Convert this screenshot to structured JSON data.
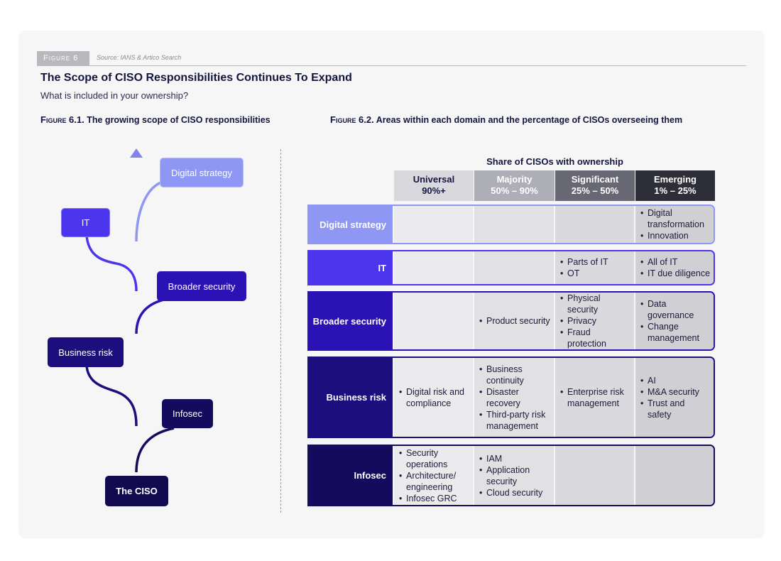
{
  "header": {
    "figure_tag": "Figure 6",
    "source": "Source: IANS & Artico Search",
    "title": "The Scope of CISO Responsibilities Continues To Expand",
    "subtitle": "What is included in your ownership?"
  },
  "left_figure": {
    "tag": "Figure 6.1.",
    "caption": "The growing scope of CISO responsibilities",
    "nodes": {
      "digital_strategy": "Digital strategy",
      "it": "IT",
      "broader_security": "Broader security",
      "business_risk": "Business risk",
      "infosec": "Infosec",
      "the_ciso": "The CISO"
    },
    "colors": {
      "digital_strategy": "#8e97f3",
      "it": "#4b36ee",
      "broader_security": "#2b12b5",
      "business_risk": "#1c0f7d",
      "infosec": "#150b5c",
      "the_ciso": "#120a4f"
    }
  },
  "right_figure": {
    "tag": "Figure 6.2.",
    "caption": "Areas within each domain and the percentage of CISOs overseeing them",
    "share_title": "Share of CISOs with ownership",
    "columns": [
      {
        "name": "Universal",
        "range": "90%+",
        "bg": "#d9d9dd",
        "fg": "#14163f"
      },
      {
        "name": "Majority",
        "range": "50% – 90%",
        "bg": "#aeaeb6",
        "fg": "#ffffff"
      },
      {
        "name": "Significant",
        "range": "25% – 50%",
        "bg": "#686874",
        "fg": "#ffffff"
      },
      {
        "name": "Emerging",
        "range": "1% – 25%",
        "bg": "#2e2e38",
        "fg": "#ffffff"
      }
    ],
    "rows": [
      {
        "label": "Digital strategy",
        "color": "#8e97f3",
        "cells": [
          [],
          [],
          [],
          [
            "Digital transformation",
            "Innovation"
          ]
        ]
      },
      {
        "label": "IT",
        "color": "#4b36ee",
        "cells": [
          [],
          [],
          [
            "Parts of IT",
            "OT"
          ],
          [
            "All of IT",
            "IT due diligence"
          ]
        ]
      },
      {
        "label": "Broader security",
        "color": "#2b12b5",
        "cells": [
          [],
          [
            "Product security"
          ],
          [
            "Physical security",
            "Privacy",
            "Fraud protection"
          ],
          [
            "Data governance",
            "Change management"
          ]
        ]
      },
      {
        "label": "Business risk",
        "color": "#1c0f7d",
        "cells": [
          [
            "Digital risk and compliance"
          ],
          [
            "Business continuity",
            "Disaster recovery",
            "Third-party risk management"
          ],
          [
            "Enterprise risk management"
          ],
          [
            "AI",
            "M&A security",
            "Trust and safety"
          ]
        ]
      },
      {
        "label": "Infosec",
        "color": "#150b5c",
        "cells": [
          [
            "Security operations",
            "Architecture/ engineering",
            "Infosec GRC"
          ],
          [
            "IAM",
            "Application security",
            "Cloud security"
          ],
          [],
          []
        ]
      }
    ]
  }
}
